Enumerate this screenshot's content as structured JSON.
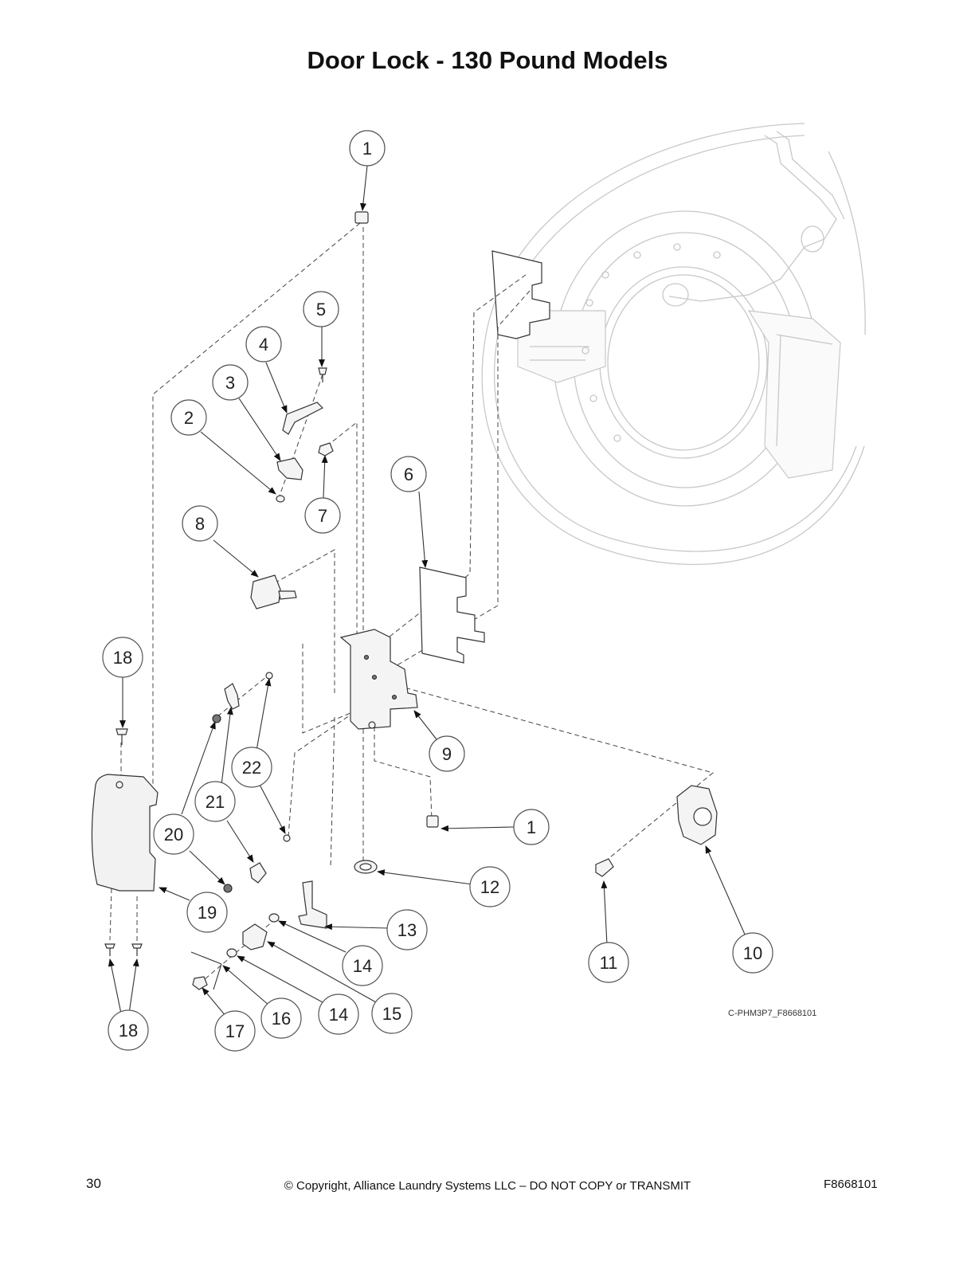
{
  "page": {
    "title": "Door Lock - 130 Pound Models",
    "drawing_code": "C-PHM3P7_F8668101",
    "footer": {
      "page_number": "30",
      "copyright": "© Copyright, Alliance Laundry Systems LLC – DO NOT COPY or TRANSMIT",
      "document_number": "F8668101"
    }
  },
  "callouts": [
    {
      "id": "c1a",
      "label": "1"
    },
    {
      "id": "c5",
      "label": "5"
    },
    {
      "id": "c4",
      "label": "4"
    },
    {
      "id": "c3",
      "label": "3"
    },
    {
      "id": "c2",
      "label": "2"
    },
    {
      "id": "c6",
      "label": "6"
    },
    {
      "id": "c7",
      "label": "7"
    },
    {
      "id": "c8",
      "label": "8"
    },
    {
      "id": "c18a",
      "label": "18"
    },
    {
      "id": "c22",
      "label": "22"
    },
    {
      "id": "c9",
      "label": "9"
    },
    {
      "id": "c21",
      "label": "21"
    },
    {
      "id": "c20",
      "label": "20"
    },
    {
      "id": "c1b",
      "label": "1"
    },
    {
      "id": "c12",
      "label": "12"
    },
    {
      "id": "c19",
      "label": "19"
    },
    {
      "id": "c13",
      "label": "13"
    },
    {
      "id": "c14a",
      "label": "14"
    },
    {
      "id": "c11",
      "label": "11"
    },
    {
      "id": "c10",
      "label": "10"
    },
    {
      "id": "c15",
      "label": "15"
    },
    {
      "id": "c14b",
      "label": "14"
    },
    {
      "id": "c16",
      "label": "16"
    },
    {
      "id": "c17",
      "label": "17"
    },
    {
      "id": "c18b",
      "label": "18"
    }
  ]
}
